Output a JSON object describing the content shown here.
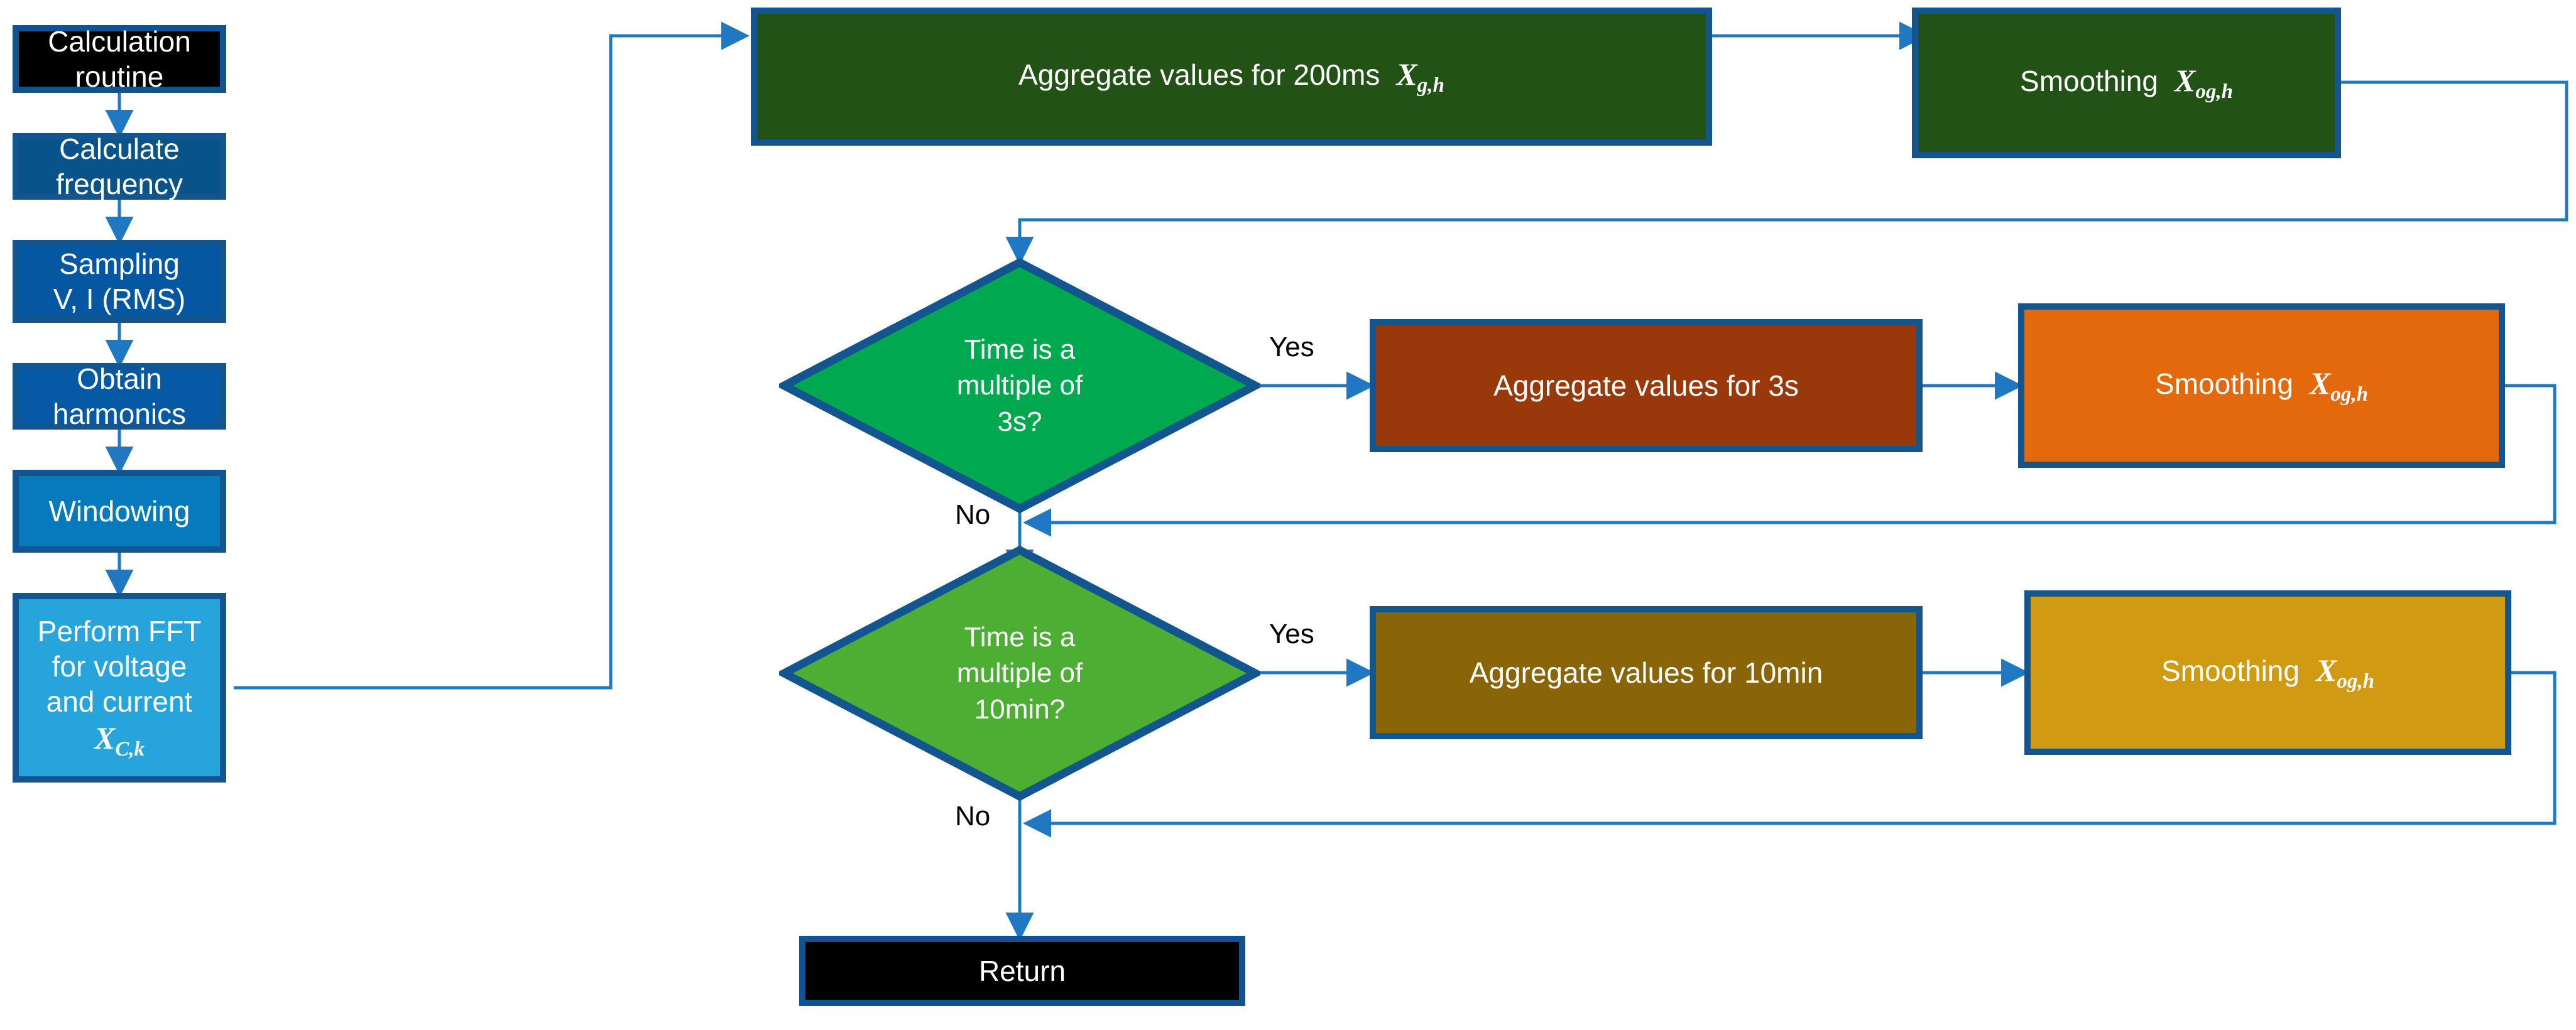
{
  "diagram": {
    "title": "Calculation routine flowchart",
    "accent_line_color": "#1F78C1",
    "border_color": "#12558F"
  },
  "left_column": {
    "nodes": [
      {
        "id": "start",
        "label": "Calculation routine",
        "shape": "terminator",
        "fill": "#000000"
      },
      {
        "id": "calc-freq",
        "label": "Calculate frequency",
        "shape": "process",
        "fill": "#08538A"
      },
      {
        "id": "sampling",
        "label": "Sampling\nV, I (RMS)",
        "line1": "Sampling",
        "line2": "V, I (RMS)",
        "shape": "process",
        "fill": "#0457A0"
      },
      {
        "id": "harmonics",
        "label": "Obtain harmonics",
        "shape": "process",
        "fill": "#0559A5"
      },
      {
        "id": "windowing",
        "label": "Windowing",
        "shape": "process",
        "fill": "#0779BD"
      },
      {
        "id": "fft",
        "line1": "Perform FFT for voltage",
        "line2": "and current",
        "symbol": "X",
        "symbol_sub": "C,k",
        "shape": "process",
        "fill": "#27A4DC"
      }
    ]
  },
  "right_flow": {
    "aggregate_200ms": {
      "label": "Aggregate values for 200ms",
      "symbol": "X",
      "symbol_sub": "g,h",
      "fill": "#235216"
    },
    "smoothing_200ms": {
      "label": "Smoothing",
      "symbol": "X",
      "symbol_sub": "og,h",
      "fill": "#235216"
    },
    "decision_3s": {
      "line1": "Time is a",
      "line2": "multiple of",
      "line3": "3s?",
      "fill": "#00A94F"
    },
    "aggregate_3s": {
      "label": "Aggregate values for 3s",
      "fill": "#99380A"
    },
    "smoothing_3s": {
      "label": "Smoothing",
      "symbol": "X",
      "symbol_sub": "og,h",
      "fill": "#E4680C"
    },
    "decision_10min": {
      "line1": "Time is a",
      "line2": "multiple of",
      "line3": "10min?",
      "fill": "#4CAF34"
    },
    "aggregate_10min": {
      "label": "Aggregate values for 10min",
      "fill": "#8A6508"
    },
    "smoothing_10min": {
      "label": "Smoothing",
      "symbol": "X",
      "symbol_sub": "og,h",
      "fill": "#D09A12"
    },
    "return": {
      "label": "Return",
      "fill": "#000000"
    }
  },
  "edge_labels": {
    "yes_3s": "Yes",
    "no_3s": "No",
    "yes_10min": "Yes",
    "no_10min": "No"
  }
}
